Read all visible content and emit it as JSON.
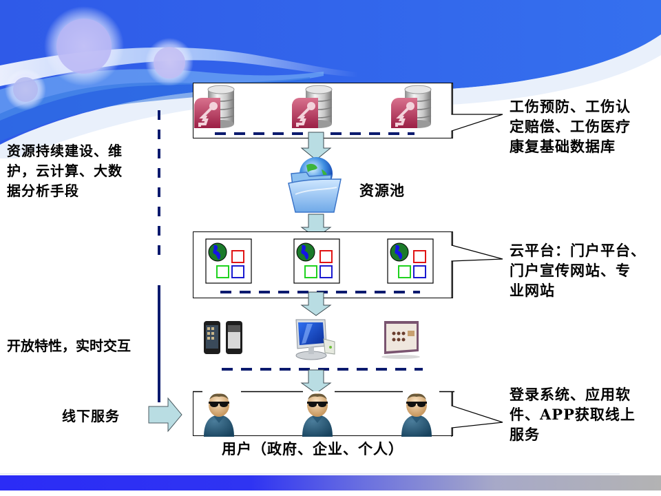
{
  "diagram": {
    "layers": [
      {
        "id": "database",
        "icon_semantic": "database-key-icon",
        "icon_count": 3,
        "callout": "工伤预防、工伤认定赔偿、工伤医疗康复基础数据库",
        "callout_lines": [
          "工伤预防、工伤认",
          "定赔偿、工伤医疗",
          "康复基础数据库"
        ]
      },
      {
        "id": "resource-pool",
        "icon_semantic": "globe-folder-icon",
        "label": "资源池"
      },
      {
        "id": "cloud-platform",
        "icon_semantic": "web-portal-icon",
        "icon_count": 3,
        "callout_lines": [
          "云平台：门户平台、",
          "门户宣传网站、专",
          "业网站"
        ]
      },
      {
        "id": "devices",
        "icons": [
          "smartphone-icon",
          "desktop-computer-icon",
          "tablet-icon"
        ]
      },
      {
        "id": "users",
        "icon_semantic": "user-avatar-icon",
        "icon_count": 3,
        "caption": "用户（政府、企业、个人）",
        "callout_lines": [
          "登录系统、应用软",
          "件、APP获取线上",
          "服务"
        ]
      }
    ],
    "side_labels": {
      "upper_lines": [
        "资源持续建设、维",
        "护，云计算、大数",
        "据分析手段"
      ],
      "middle": "开放特性，实时交互",
      "lower": "线下服务"
    }
  },
  "colors": {
    "header_blue": "#3368ee",
    "dash_navy": "#0b1a6e",
    "arrow_fill": "#b9dde3",
    "footer_blue": "#2b2cf6",
    "footer_grey": "#b3b3b3"
  }
}
